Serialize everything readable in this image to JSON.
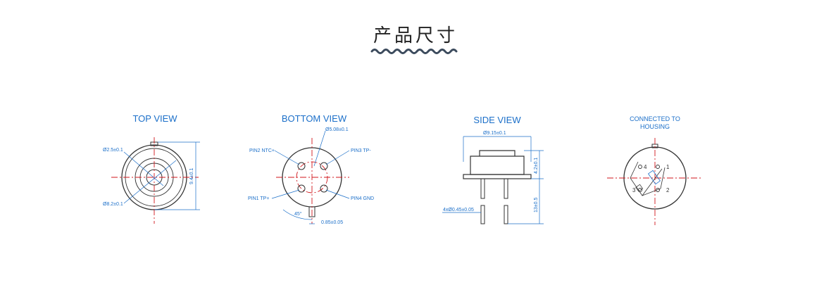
{
  "header": {
    "title": "产品尺寸",
    "wave_color": "#3b4a5c"
  },
  "colors": {
    "accent": "#1b6fc9",
    "centerline": "#d0161b",
    "outline": "#333333"
  },
  "views": {
    "top": {
      "title": "TOP VIEW",
      "dim_small": "Ø2.5±0.1",
      "dim_large": "Ø8.2±0.1",
      "dim_height": "9.4±0.1"
    },
    "bottom": {
      "title": "BOTTOM VIEW",
      "dim_pcd": "Ø5.08±0.1",
      "pin2": "PIN2 NTC+",
      "pin3": "PIN3 TP-",
      "pin1": "PIN1 TP+",
      "pin4": "PIN4 GND",
      "angle": "45°",
      "tab": "0.85±0.05"
    },
    "side": {
      "title": "SIDE VIEW",
      "dim_diameter": "Ø9.15±0.1",
      "dim_body": "4.2±0.1",
      "dim_lead": "13±0.5",
      "dim_pins": "4xØ0.45±0.05"
    },
    "schematic": {
      "title_line1": "CONNECTED TO",
      "title_line2": "HOUSING",
      "p1": "1",
      "p2": "2",
      "p3": "3",
      "p4": "4"
    }
  }
}
